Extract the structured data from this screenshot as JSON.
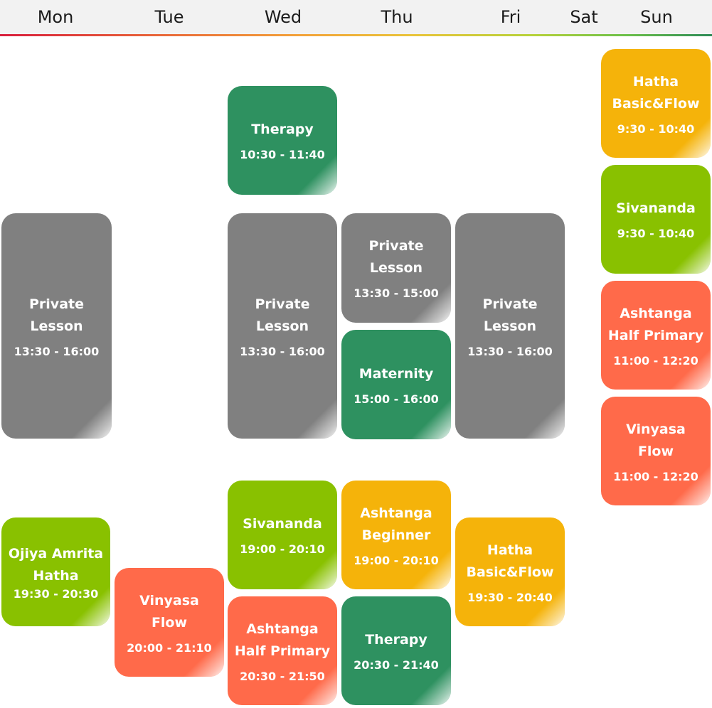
{
  "header": {
    "days": [
      "Mon",
      "Tue",
      "Wed",
      "Thu",
      "Fri",
      "Sat",
      "Sun"
    ]
  },
  "colors": {
    "gray": "#808080",
    "green": "#2e9160",
    "lime": "#89c100",
    "orange": "#f5b30a",
    "red": "#ff6a4a"
  },
  "classes": [
    {
      "day": "Wed",
      "name": "Therapy",
      "time": "10:30 - 11:40",
      "color": "green"
    },
    {
      "day": "Mon",
      "name": "Private\nLesson",
      "time": "13:30 - 16:00",
      "color": "gray"
    },
    {
      "day": "Wed",
      "name": "Private\nLesson",
      "time": "13:30 - 16:00",
      "color": "gray"
    },
    {
      "day": "Thu",
      "name": "Private\nLesson",
      "time": "13:30 - 15:00",
      "color": "gray"
    },
    {
      "day": "Thu",
      "name": "Maternity",
      "time": "15:00 - 16:00",
      "color": "green"
    },
    {
      "day": "Fri",
      "name": "Private\nLesson",
      "time": "13:30 - 16:00",
      "color": "gray"
    },
    {
      "day": "Sun",
      "name": "Hatha\nBasic&Flow",
      "time": "9:30 - 10:40",
      "color": "orange"
    },
    {
      "day": "Sun",
      "name": "Sivananda",
      "time": "9:30 - 10:40",
      "color": "lime"
    },
    {
      "day": "Sun",
      "name": "Ashtanga\nHalf Primary",
      "time": "11:00 - 12:20",
      "color": "red"
    },
    {
      "day": "Sun",
      "name": "Vinyasa\nFlow",
      "time": "11:00 - 12:20",
      "color": "red"
    },
    {
      "day": "Mon",
      "name": "Ojiya Amrita\nHatha",
      "time": "19:30 - 20:30",
      "color": "lime"
    },
    {
      "day": "Tue",
      "name": "Vinyasa\nFlow",
      "time": "20:00 - 21:10",
      "color": "red"
    },
    {
      "day": "Wed",
      "name": "Sivananda",
      "time": "19:00 - 20:10",
      "color": "lime"
    },
    {
      "day": "Wed",
      "name": "Ashtanga\nHalf Primary",
      "time": "20:30 - 21:50",
      "color": "red"
    },
    {
      "day": "Thu",
      "name": "Ashtanga\nBeginner",
      "time": "19:00 - 20:10",
      "color": "orange"
    },
    {
      "day": "Thu",
      "name": "Therapy",
      "time": "20:30 - 21:40",
      "color": "green"
    },
    {
      "day": "Fri",
      "name": "Hatha\nBasic&Flow",
      "time": "19:30 - 20:40",
      "color": "orange"
    }
  ]
}
